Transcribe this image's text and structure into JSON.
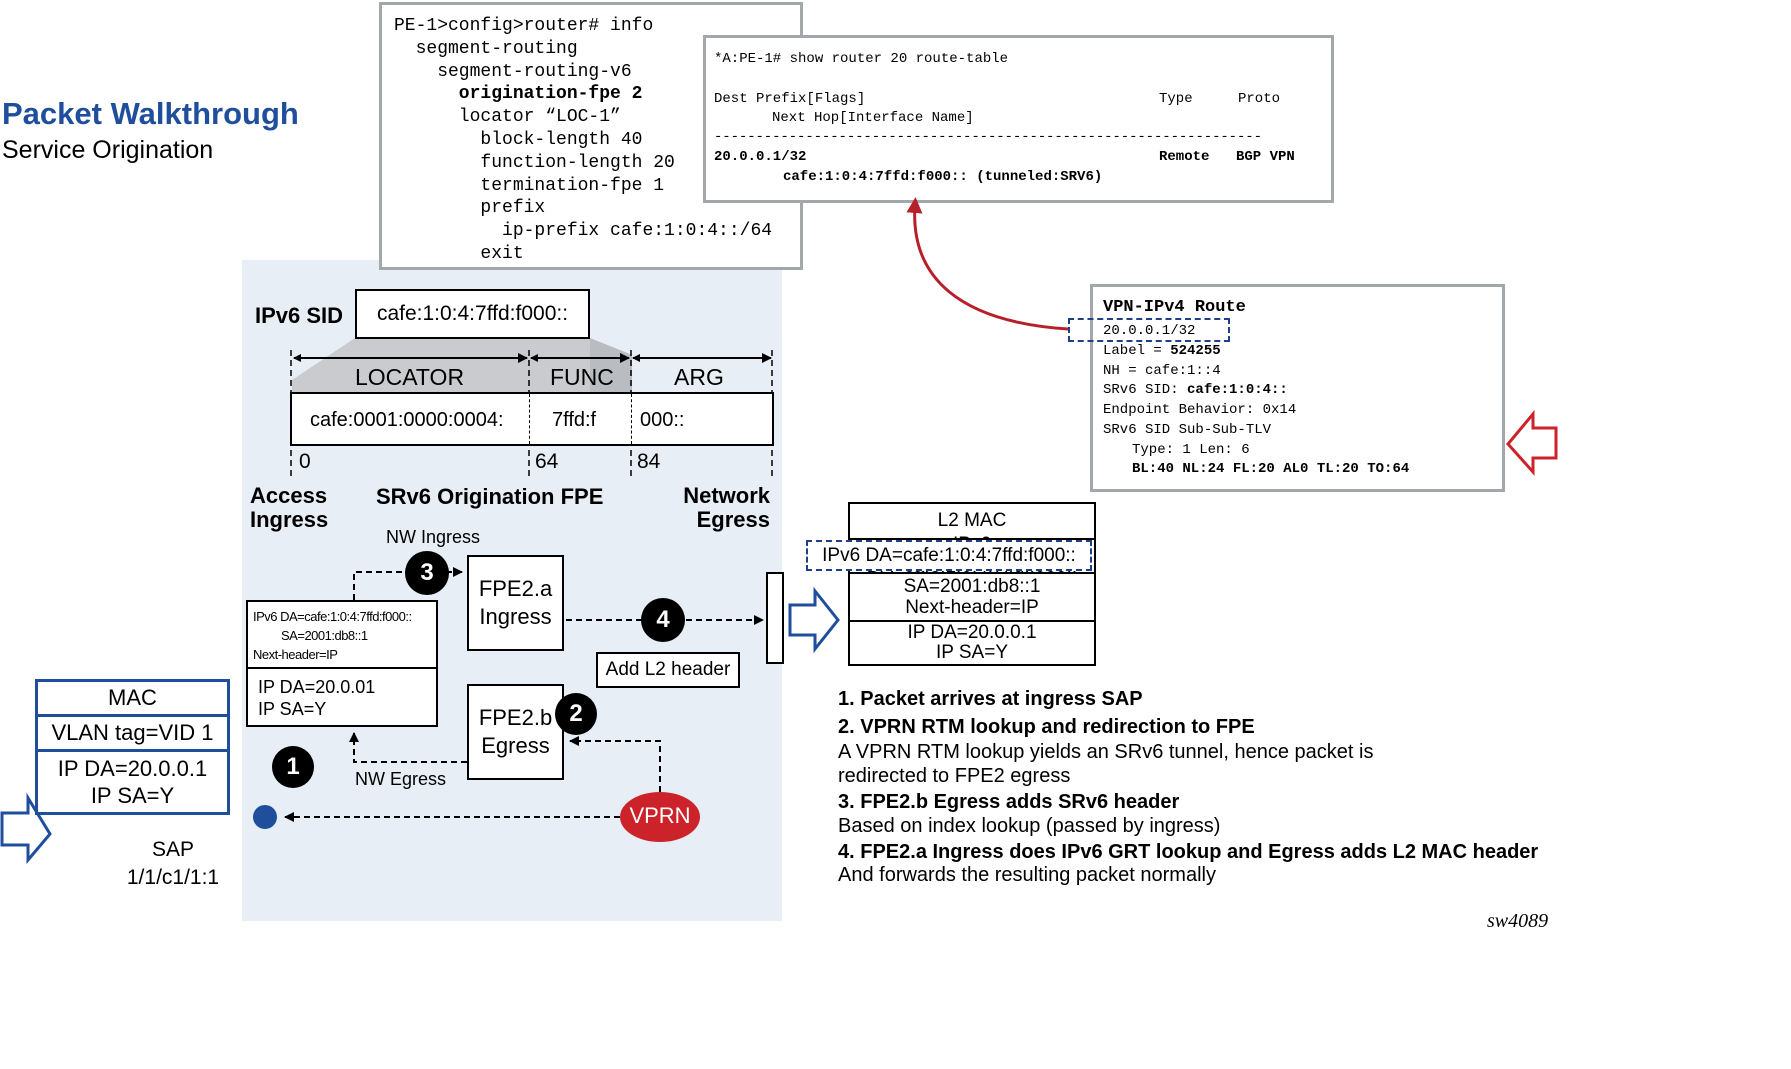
{
  "title": "Packet Walkthrough",
  "subtitle": "Service Origination",
  "config_box": {
    "lines": [
      "PE-1>config>router# info",
      "  segment-routing",
      "    segment-routing-v6",
      "      origination-fpe 2",
      "      locator “LOC-1”",
      "        block-length 40",
      "        function-length 20",
      "        termination-fpe 1",
      "        prefix",
      "          ip-prefix cafe:1:0:4::/64",
      "        exit"
    ]
  },
  "route_table": {
    "command": "*A:PE-1# show router 20 route-table",
    "header1": "Dest Prefix[Flags]",
    "header_type": "Type",
    "header_proto": "Proto",
    "header2": "Next Hop[Interface Name]",
    "separator": "------------------------------------------------------------------",
    "prefix": "20.0.0.1/32",
    "type": "Remote",
    "proto": "BGP VPN",
    "nexthop": "cafe:1:0:4:7ffd:f000:: (tunneled:SRV6)"
  },
  "vpn_route": {
    "title": "VPN-IPv4 Route",
    "prefix": "20.0.0.1/32",
    "label_key": "Label = ",
    "label_val": "524255",
    "nh": "NH = cafe:1::4",
    "sid_key": "SRv6 SID: ",
    "sid_val": "cafe:1:0:4::",
    "endpoint": "Endpoint Behavior: 0x14",
    "subtlv": "SRv6 SID Sub-Sub-TLV",
    "type_len": "Type: 1 Len: 6",
    "structure": "BL:40 NL:24 FL:20 AL0 TL:20 TO:64"
  },
  "sid": {
    "label": "IPv6 SID",
    "value": "cafe:1:0:4:7ffd:f000::",
    "locator_label": "LOCATOR",
    "func_label": "FUNC",
    "arg_label": "ARG",
    "locator_val": "cafe:0001:0000:0004:",
    "func_val": "7ffd:f",
    "arg_val": "000::",
    "tick0": "0",
    "tick64": "64",
    "tick84": "84"
  },
  "stages": {
    "access": "Access\nIngress",
    "origination": "SRv6 Origination FPE",
    "network": "Network\nEgress"
  },
  "flow": {
    "nw_ingress": "NW Ingress",
    "nw_egress": "NW Egress",
    "fpe_a": "FPE2.a\nIngress",
    "fpe_b": "FPE2.b\nEgress",
    "add_l2": "Add L2 header",
    "vprn": "VPRN",
    "step1": "1",
    "step2": "2",
    "step3": "3",
    "step4": "4",
    "pkt_ipv6": "IPv6 DA=cafe:1:0:4:7ffd:f000::\n         SA=2001:db8::1\nNext-header=IP",
    "pkt_ip": "IP DA=20.0.01\nIP SA=Y"
  },
  "sap_packet": {
    "mac": "MAC",
    "vlan": "VLAN tag=VID 1",
    "ip": "IP DA=20.0.0.1\nIP SA=Y",
    "sap_label": "SAP\n1/1/c1/1:1"
  },
  "out_packet": {
    "l2mac": "L2 MAC",
    "ipv6da": "IPv6 DA=cafe:1:0:4:7ffd:f000::",
    "sa": "SA=2001:db8::1\nNext-header=IP",
    "ip": "IP DA=20.0.0.1\nIP SA=Y"
  },
  "steps": [
    {
      "title": "1. Packet arrives at ingress SAP",
      "desc": ""
    },
    {
      "title": "2. VPRN RTM lookup and redirection to FPE",
      "desc": "A VPRN RTM lookup yields an SRv6 tunnel, hence packet is\nredirected to FPE2 egress"
    },
    {
      "title": "3. FPE2.b Egress adds SRv6 header",
      "desc": "Based on index lookup (passed by ingress)"
    },
    {
      "title": "4. FPE2.a Ingress does IPv6 GRT lookup and Egress adds L2 MAC header",
      "desc": "And forwards the resulting packet normally"
    }
  ],
  "figure_id": "sw4089",
  "colors": {
    "title_blue": "#1f4e9c",
    "panel_bg": "#eaf0f6",
    "vprn_red": "#cc2229",
    "arrow_red": "#b7202a",
    "dashed_blue": "#1f3f8c",
    "sap_dot": "#1f4e9c",
    "box_gray": "#a3a6ab"
  },
  "icons": [
    "arrow-right-outline-icon",
    "arrow-left-outline-icon"
  ]
}
